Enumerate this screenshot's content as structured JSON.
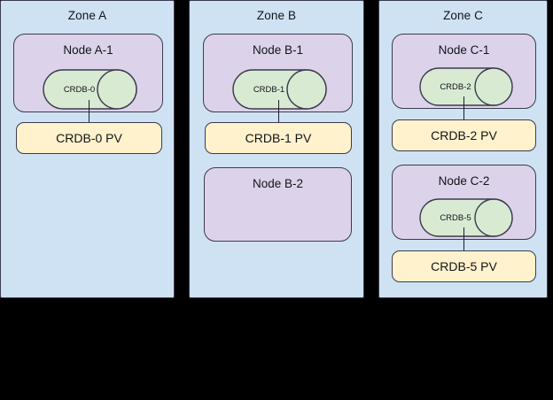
{
  "diagram": {
    "type": "infrastructure-topology",
    "background_color": "#000000",
    "colors": {
      "zone_fill": "#cfe2f3",
      "node_fill": "#dcd3ea",
      "pod_fill": "#d9ead3",
      "volume_fill": "#fff2cc",
      "stroke": "#3b3b4f",
      "text": "#13131a"
    },
    "zones": [
      {
        "title": "Zone A",
        "nodes": [
          {
            "title": "Node A-1",
            "pod": {
              "label": "CRDB-0",
              "shape": "cylinder"
            },
            "volume": {
              "label": "CRDB-0 PV"
            },
            "connected": true
          }
        ]
      },
      {
        "title": "Zone B",
        "nodes": [
          {
            "title": "Node B-1",
            "pod": {
              "label": "CRDB-1",
              "shape": "cylinder"
            },
            "volume": {
              "label": "CRDB-1 PV"
            },
            "connected": true
          },
          {
            "title": "Node B-2",
            "pod": null,
            "volume": null,
            "connected": false
          }
        ]
      },
      {
        "title": "Zone C",
        "nodes": [
          {
            "title": "Node C-1",
            "pod": {
              "label": "CRDB-2",
              "shape": "cylinder"
            },
            "volume": {
              "label": "CRDB-2 PV"
            },
            "connected": true
          },
          {
            "title": "Node C-2",
            "pod": {
              "label": "CRDB-5",
              "shape": "cylinder"
            },
            "volume": {
              "label": "CRDB-5 PV"
            },
            "connected": true
          }
        ]
      }
    ]
  }
}
